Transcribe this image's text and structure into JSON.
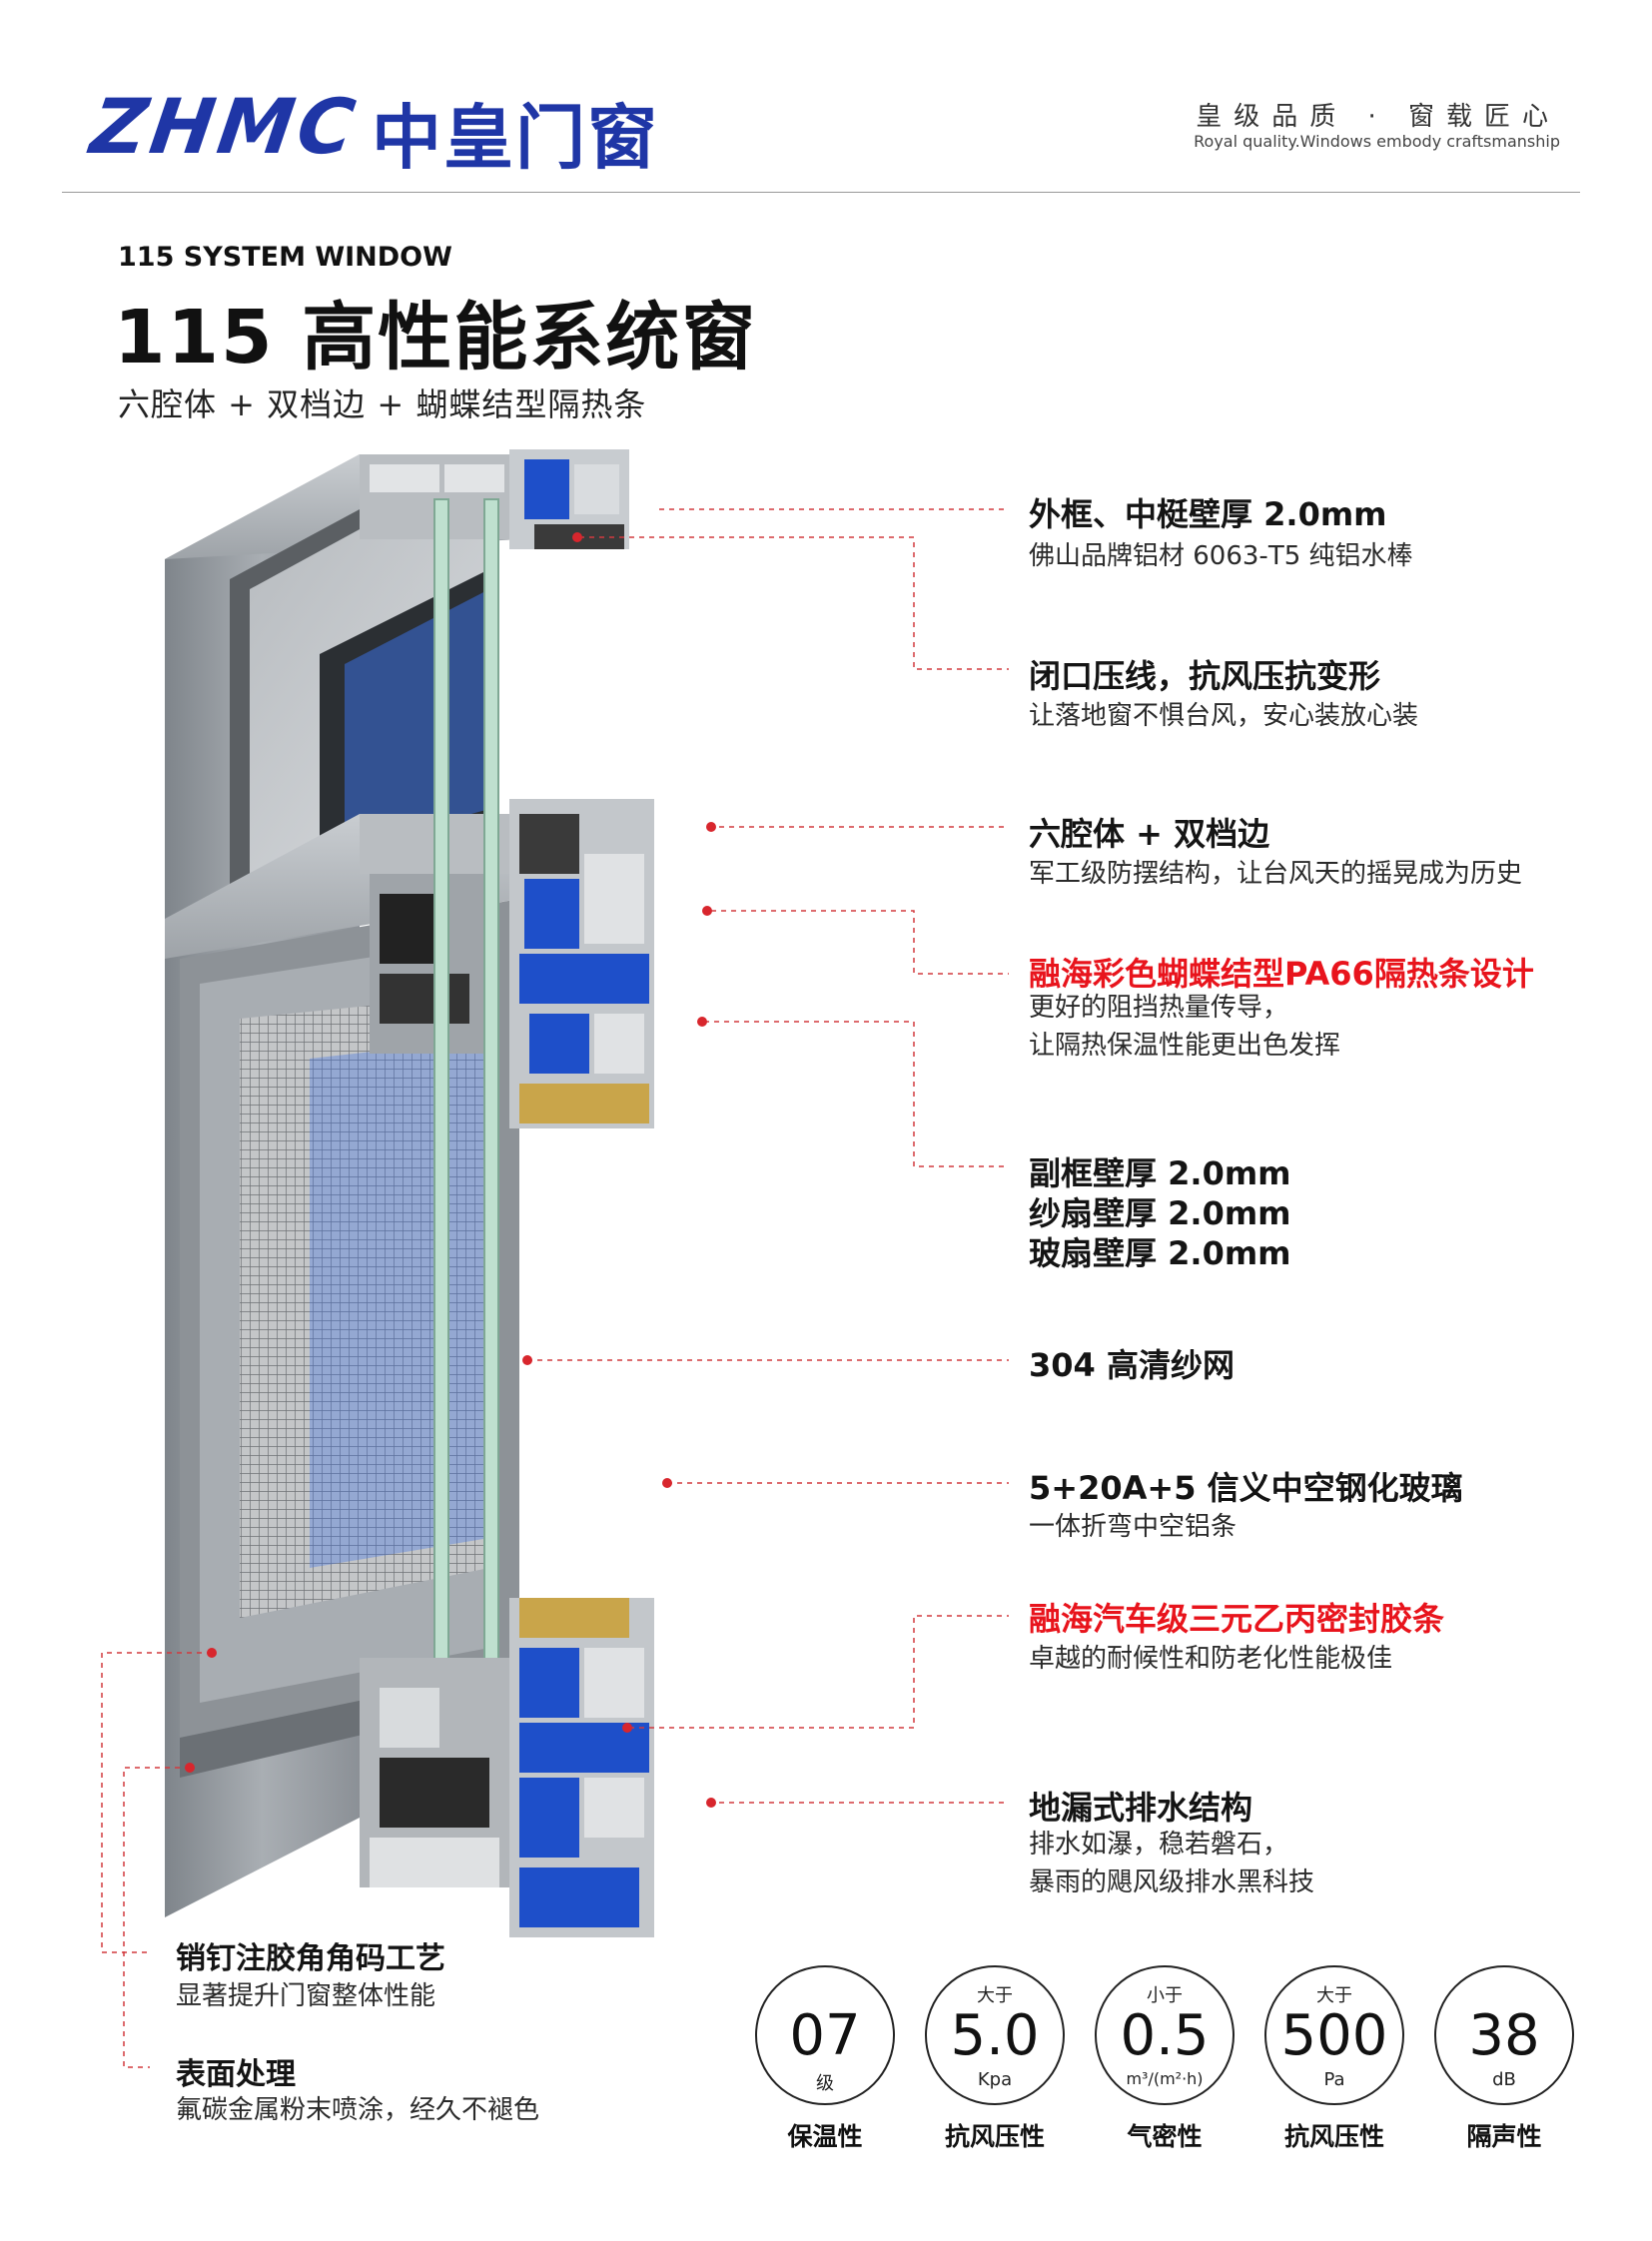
{
  "header": {
    "logo_latin": "ZHMC",
    "logo_cn": "中皇门窗",
    "slogan_cn": "皇级品质 · 窗载匠心",
    "slogan_en": "Royal quality.Windows embody craftsmanship"
  },
  "titles": {
    "eyebrow": "115 SYSTEM WINDOW",
    "main": "115 高性能系统窗",
    "subtitle": "六腔体 + 双档边 + 蝴蝶结型隔热条"
  },
  "annotations": [
    {
      "title": "外框、中梃壁厚 2.0mm",
      "lines": [
        "佛山品牌铝材 6063-T5 纯铝水棒"
      ],
      "red": false
    },
    {
      "title": "闭口压线，抗风压抗变形",
      "lines": [
        "让落地窗不惧台风，安心装放心装"
      ],
      "red": false
    },
    {
      "title": "六腔体 + 双档边",
      "lines": [
        "军工级防摆结构，让台风天的摇晃成为历史"
      ],
      "red": false
    },
    {
      "title": "融海彩色蝴蝶结型PA66隔热条设计",
      "lines": [
        "更好的阻挡热量传导，",
        "让隔热保温性能更出色发挥"
      ],
      "red": true
    },
    {
      "title": "副框壁厚 2.0mm",
      "lines": [],
      "red": false
    },
    {
      "title": "纱扇壁厚 2.0mm",
      "lines": [],
      "red": false
    },
    {
      "title": "玻扇壁厚 2.0mm",
      "lines": [],
      "red": false
    },
    {
      "title": "304 高清纱网",
      "lines": [],
      "red": false
    },
    {
      "title": "5+20A+5 信义中空钢化玻璃",
      "lines": [
        "一体折弯中空铝条"
      ],
      "red": false
    },
    {
      "title": "融海汽车级三元乙丙密封胶条",
      "lines": [
        "卓越的耐候性和防老化性能极佳"
      ],
      "red": true
    },
    {
      "title": "地漏式排水结构",
      "lines": [
        "排水如瀑，稳若磐石，",
        "暴雨的飓风级排水黑科技"
      ],
      "red": false
    }
  ],
  "left_annotations": [
    {
      "title": "销钉注胶角角码工艺",
      "desc": "显著提升门窗整体性能"
    },
    {
      "title": "表面处理",
      "desc": "氟碳金属粉末喷涂，经久不褪色"
    }
  ],
  "stats": [
    {
      "prefix": "",
      "value": "07",
      "unit": "级",
      "label": "保温性"
    },
    {
      "prefix": "大于",
      "value": "5.0",
      "unit": "Kpa",
      "label": "抗风压性"
    },
    {
      "prefix": "小于",
      "value": "0.5",
      "unit": "m³/(m²·h)",
      "label": "气密性"
    },
    {
      "prefix": "大于",
      "value": "500",
      "unit": "Pa",
      "label": "抗风压性"
    },
    {
      "prefix": "",
      "value": "38",
      "unit": "dB",
      "label": "隔声性"
    }
  ],
  "colors": {
    "brand": "#1f36a6",
    "accent_red": "#e8141c",
    "profile_gray": "#9aa0a6",
    "break_blue": "#1e4fc9"
  }
}
